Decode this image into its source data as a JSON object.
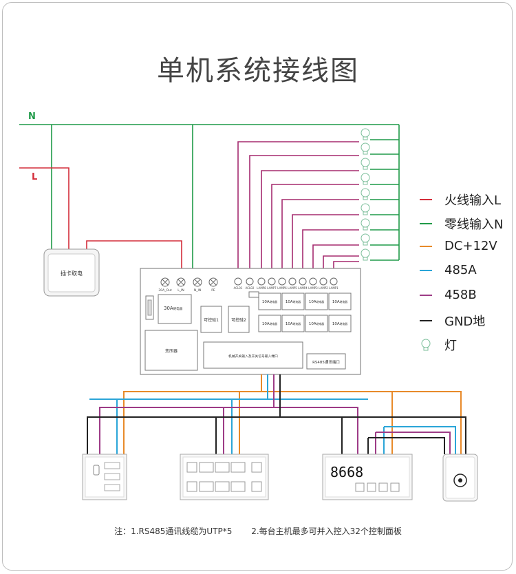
{
  "title": "单机系统接线图",
  "labels": {
    "n": "N",
    "l": "L"
  },
  "card_switch": "插卡取电",
  "controller": {
    "terminals_left": [
      "30A_Out",
      "L_IN",
      "N_IN",
      "PE"
    ],
    "terminals_right": [
      "ACL01",
      "ACL02",
      "LAMP8",
      "LAMP7",
      "LAMP6",
      "LAMP5",
      "LAMP4",
      "LAMP3",
      "LAMP2",
      "LAMP1"
    ],
    "relay_30a": "30A",
    "relay_suffix": "继电器",
    "scr1": "可控硅1",
    "scr2": "可控硅2",
    "relay_10a": "10A",
    "transformer": "变压器",
    "input_port": "机械开关输入及开关信号输入端口",
    "rs485_port": "RS485通讯端口"
  },
  "legend": [
    {
      "text": "火线输入L",
      "color": "#d42d3a"
    },
    {
      "text": "零线输入N",
      "color": "#1f9a48"
    },
    {
      "text": "DC+12V",
      "color": "#e88a2a"
    },
    {
      "text": "485A",
      "color": "#2aa5d8"
    },
    {
      "text": "458B",
      "color": "#9d3b86"
    },
    {
      "text": "GND地",
      "color": "#222222"
    },
    {
      "text": "灯",
      "color": "#7cbf9b"
    }
  ],
  "panel_display": "8668",
  "notes": [
    "注：1.RS485通讯线缆为UTP*5",
    "2.每台主机最多可并入控入32个控制面板"
  ]
}
